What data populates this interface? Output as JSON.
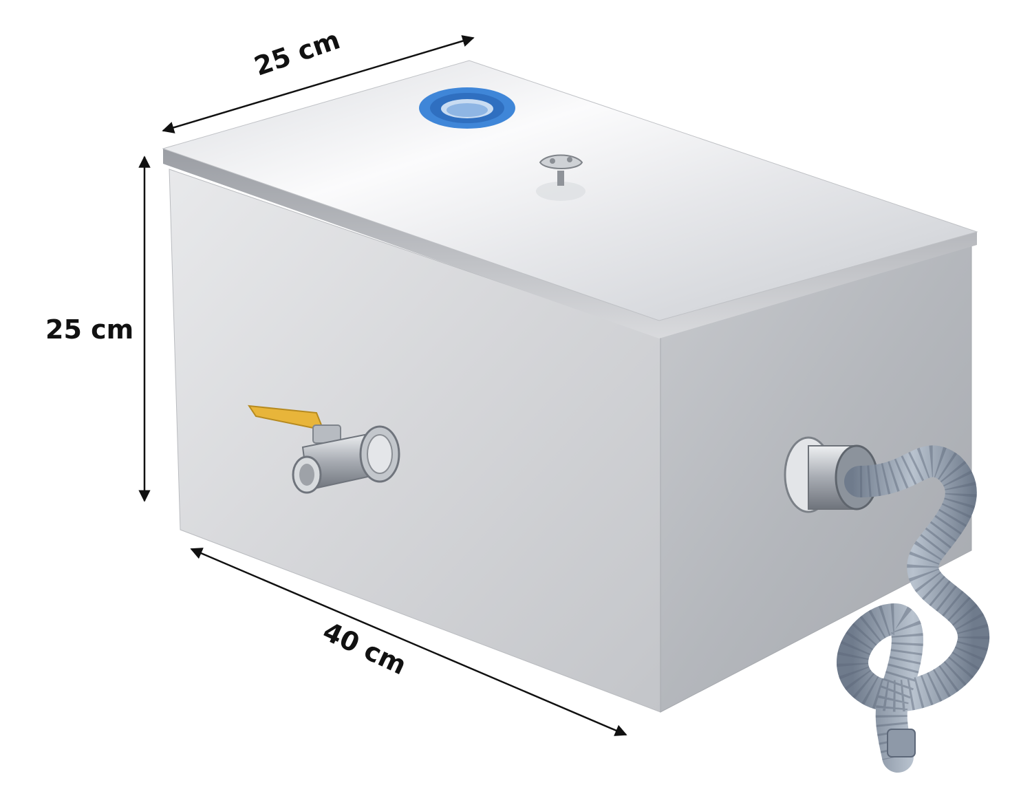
{
  "dimensions": {
    "width_label": "25 cm",
    "height_label": "25 cm",
    "length_label": "40 cm"
  },
  "colors": {
    "steel_light": "#f4f5f7",
    "steel_mid": "#d6d8dc",
    "steel_dark": "#a9acb2",
    "inlet_blue": "#3f86d8",
    "valve_handle": "#e8b53a",
    "hose": "#9aa6b6",
    "arrow": "#111111"
  },
  "icons": {
    "inlet": "drain-inlet-icon",
    "knob": "lid-knob-icon",
    "valve": "ball-valve-icon",
    "hose": "drain-hose-icon"
  }
}
